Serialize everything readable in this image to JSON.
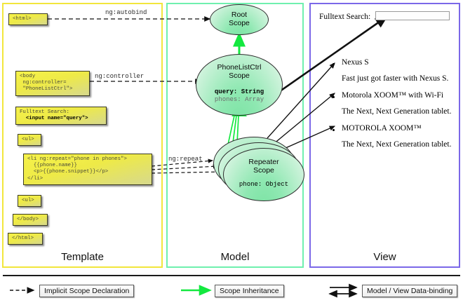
{
  "panels": {
    "template": {
      "label": "Template",
      "border_color": "#f2e63c"
    },
    "model": {
      "label": "Model",
      "border_color": "#6ff0ae"
    },
    "view": {
      "label": "View",
      "border_color": "#7b68e8"
    }
  },
  "template_boxes": [
    {
      "name": "html-open",
      "lines": [
        "<html>"
      ]
    },
    {
      "name": "body-open",
      "lines": [
        "<body",
        " ng:controller=",
        " \"PhoneListCtrl\">"
      ]
    },
    {
      "name": "fulltext-search",
      "lines": [
        "Fulltext Search:"
      ],
      "bold_lines": [
        "  <input name=\"query\">"
      ]
    },
    {
      "name": "ul-open",
      "lines": [
        "<ul>"
      ]
    },
    {
      "name": "li-repeat",
      "lines": [
        "<li ng:repeat=\"phone in phones\">",
        "  {{phone.name}}",
        "  <p>{{phone.snippet}}</p>",
        "</li>"
      ]
    },
    {
      "name": "ul-close",
      "lines": [
        "<ul>"
      ]
    },
    {
      "name": "body-close",
      "lines": [
        "</body>"
      ]
    },
    {
      "name": "html-close",
      "lines": [
        "</html>"
      ]
    }
  ],
  "wire_labels": {
    "autobind": "ng:autobind",
    "controller": "ng:controller",
    "repeat": "ng:repeat"
  },
  "scopes": {
    "root": {
      "title_line1": "Root",
      "title_line2": "Scope"
    },
    "phonelistctrl": {
      "title_line1": "PhoneListCtrl",
      "title_line2": "Scope",
      "attr_strong": "query: String",
      "attr_weak": "phones: Array"
    },
    "repeater": {
      "title_line1": "Repeater",
      "title_line2": "Scope",
      "attr_weak": "phone: Object"
    }
  },
  "view": {
    "search_label": "Fulltext Search:",
    "search_value": "",
    "search_placeholder": "",
    "phones": [
      {
        "name": "Nexus S",
        "snippet": "Fast just got faster with Nexus S."
      },
      {
        "name": "Motorola XOOM™  with Wi-Fi",
        "snippet": "The Next, Next Generation tablet."
      },
      {
        "name": "MOTOROLA XOOM™",
        "snippet": "The Next, Next Generation tablet."
      }
    ]
  },
  "legend": [
    {
      "name": "implicit-scope-declaration",
      "label": "Implicit Scope Declaration",
      "style": "dashed-arrow",
      "color": "#000000"
    },
    {
      "name": "scope-inheritance",
      "label": "Scope Inheritance",
      "style": "solid-arrow",
      "color": "#00e83c"
    },
    {
      "name": "model-view-data-binding",
      "label": "Model / View Data-binding",
      "style": "double-arrow",
      "color": "#000000"
    }
  ]
}
